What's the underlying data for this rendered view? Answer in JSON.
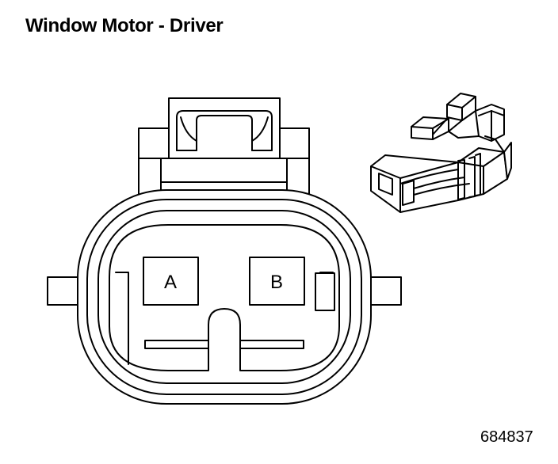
{
  "title": "Window Motor - Driver",
  "figure_id": "684837",
  "connector": {
    "cavities": [
      {
        "id": "A",
        "label": "A"
      },
      {
        "id": "B",
        "label": "B"
      }
    ]
  },
  "colors": {
    "line": "#000000",
    "background": "#ffffff"
  }
}
